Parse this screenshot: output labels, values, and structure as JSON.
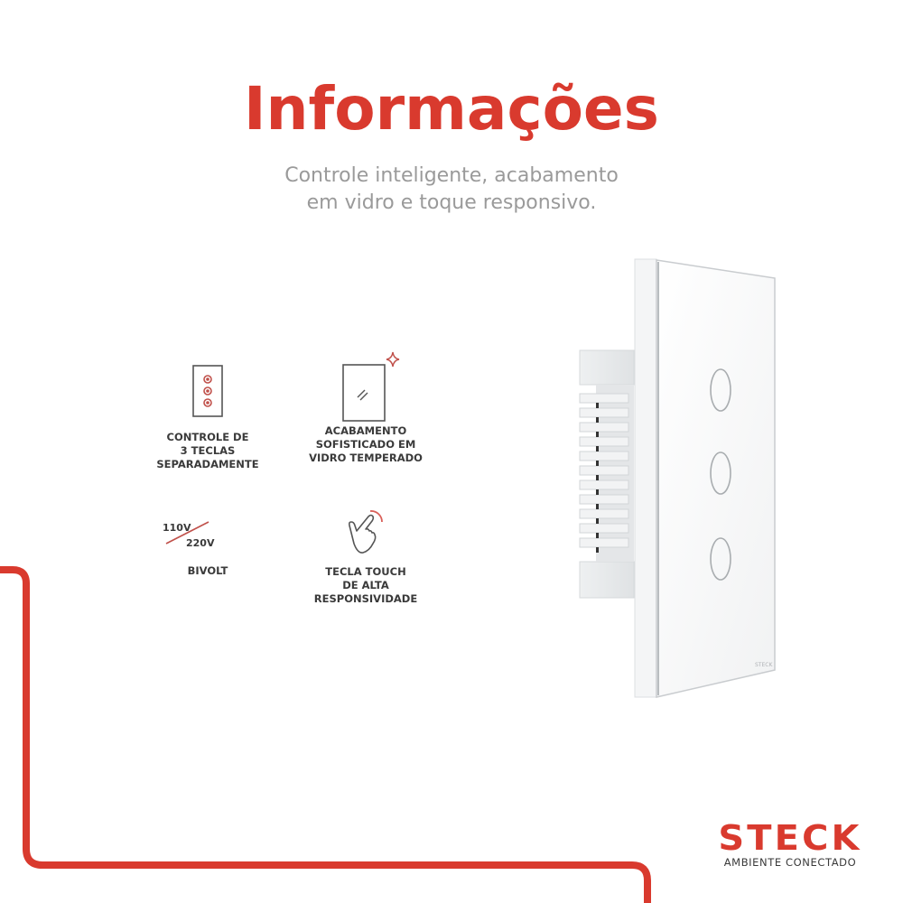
{
  "header": {
    "title": "Informações",
    "subtitle_line1": "Controle inteligente, acabamento",
    "subtitle_line2": "em vidro e toque responsivo."
  },
  "features": [
    {
      "icon": "three-keys-switch-icon",
      "lines": [
        "CONTROLE DE",
        "3 TECLAS",
        "SEPARADAMENTE"
      ]
    },
    {
      "icon": "glass-panel-icon",
      "lines": [
        "ACABAMENTO",
        "SOFISTICADO EM",
        "VIDRO TEMPERADO"
      ]
    },
    {
      "icon": "bivolt-icon",
      "icon_text_top": "110V",
      "icon_text_bottom": "220V",
      "lines": [
        "BIVOLT"
      ]
    },
    {
      "icon": "touch-hand-icon",
      "lines": [
        "TECLA TOUCH",
        "DE ALTA",
        "RESPONSIVIDADE"
      ]
    }
  ],
  "product": {
    "name": "3-key glass touch switch",
    "keys": 3,
    "panel_mark": "STECK"
  },
  "brand": {
    "name": "STECK",
    "tagline": "AMBIENTE CONECTADO"
  },
  "colors": {
    "accent": "#d93a2e",
    "text_dark": "#3a3a3a",
    "text_muted": "#9a9a9a",
    "background": "#ffffff"
  }
}
